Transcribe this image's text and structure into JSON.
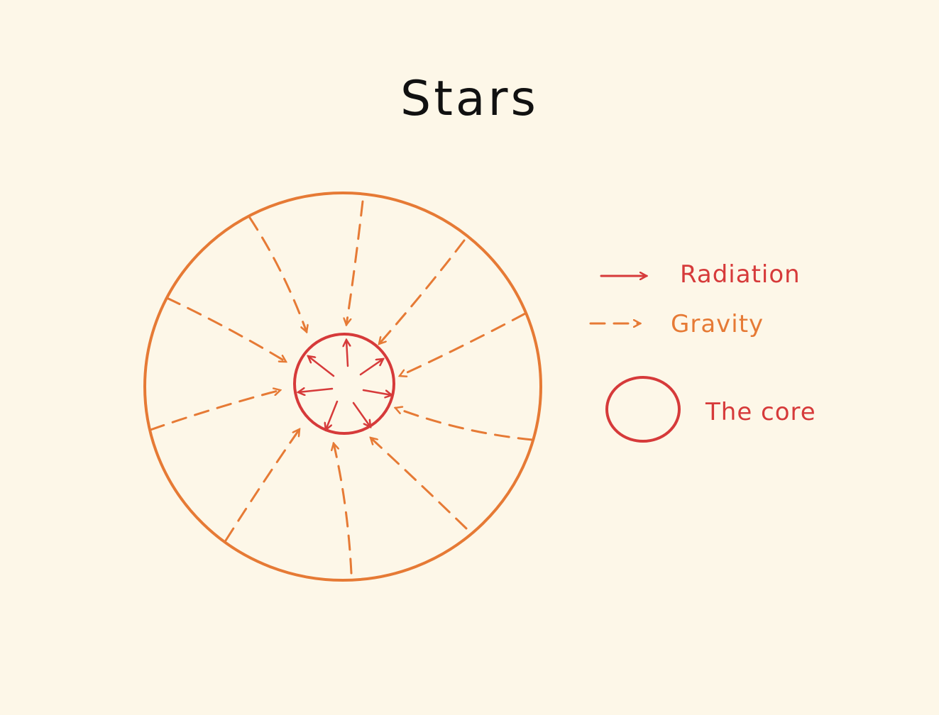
{
  "title": "Stars",
  "colors": {
    "background": "#fdf7e8",
    "gravity": "#e67a35",
    "radiation": "#d63a3a",
    "text": "#111111"
  },
  "legend": {
    "radiation": {
      "label": "Radiation",
      "style": "solid-arrow"
    },
    "gravity": {
      "label": "Gravity",
      "style": "dashed-arrow"
    },
    "core": {
      "label": "The core",
      "style": "circle"
    }
  }
}
